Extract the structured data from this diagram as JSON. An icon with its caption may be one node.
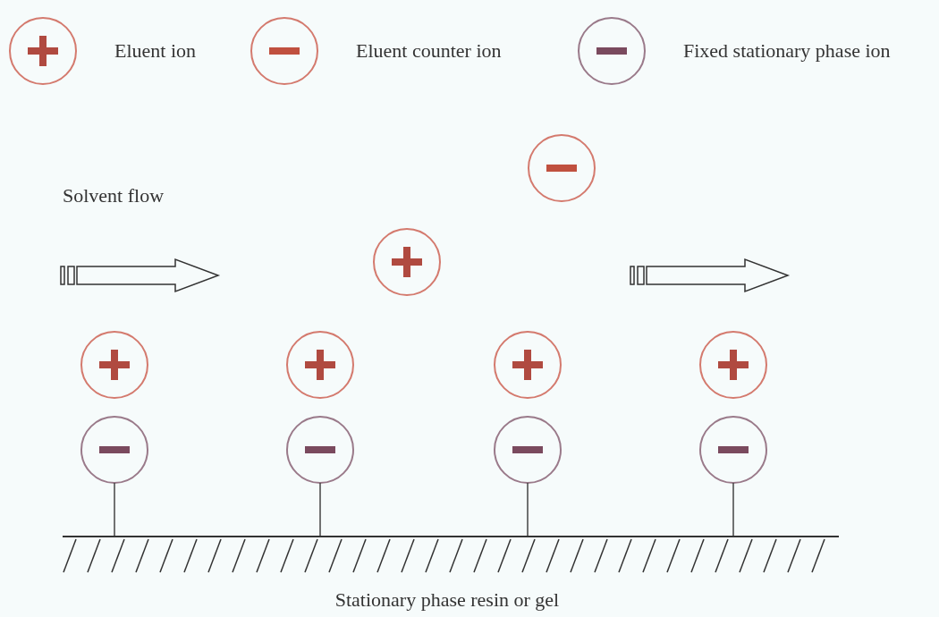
{
  "diagram": {
    "labels": [
      "Solvent flow",
      "Stationary phase resin or gel"
    ],
    "legend": [
      {
        "text": "Eluent ion"
      },
      {
        "text": "Eluent counter ion"
      },
      {
        "text": "Fixed stationary phase ion"
      }
    ]
  }
}
